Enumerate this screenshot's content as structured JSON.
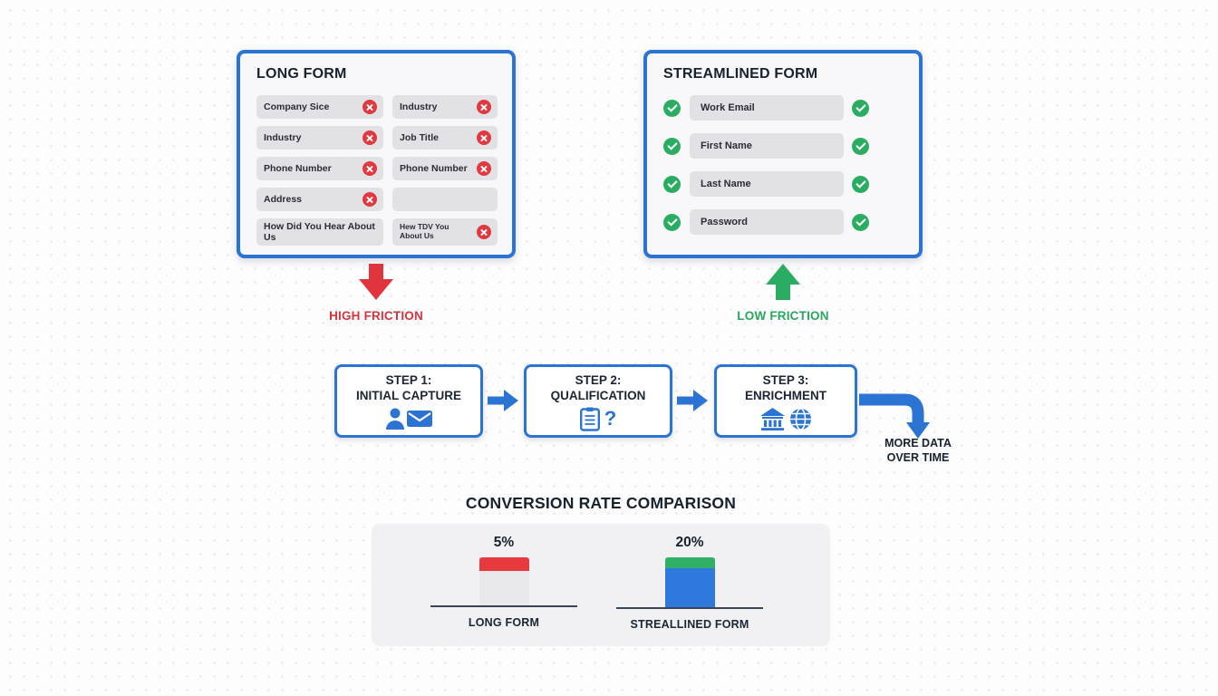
{
  "colors": {
    "accent_blue": "#2b74d4",
    "error_red": "#e0393f",
    "success_green": "#2aad63",
    "dark_text": "#16222e",
    "field_gray": "#e2e2e6",
    "panel_bg": "#f8f8fa",
    "chart_panel_bg": "#f1f1f4"
  },
  "long_form": {
    "title": "LONG FORM",
    "fields": [
      {
        "label": "Company Sice",
        "status": "error"
      },
      {
        "label": "Industry",
        "status": "error"
      },
      {
        "label": "Industry",
        "status": "error"
      },
      {
        "label": "Job Title",
        "status": "error"
      },
      {
        "label": "Phone Number",
        "status": "error"
      },
      {
        "label": "Phone Number",
        "status": "error"
      },
      {
        "label": "Address",
        "status": "error"
      },
      {
        "label": "",
        "status": "empty"
      },
      {
        "label": "How Did You Hear About Us",
        "status": "none"
      },
      {
        "label": "Hew TDV You About Us",
        "status": "error"
      }
    ],
    "friction_label": "HIGH FRICTION"
  },
  "streamlined_form": {
    "title": "STREAMLINED FORM",
    "fields": [
      {
        "label": "Work Email"
      },
      {
        "label": "First Name"
      },
      {
        "label": "Last Name"
      },
      {
        "label": "Password"
      }
    ],
    "friction_label": "LOW FRICTION"
  },
  "process": {
    "steps": [
      {
        "line1": "STEP 1:",
        "line2": "INITIAL CAPTURE",
        "icons": [
          "person-icon",
          "envelope-icon"
        ]
      },
      {
        "line1": "STEP 2:",
        "line2": "QUALIFICATION",
        "icons": [
          "clipboard-icon",
          "question-mark-icon"
        ],
        "icon_glyph": "?"
      },
      {
        "line1": "STEP 3:",
        "line2": "ENRICHMENT",
        "icons": [
          "bank-icon",
          "globe-icon"
        ]
      }
    ],
    "outcome_line1": "MORE DATA",
    "outcome_line2": "OVER TIME"
  },
  "chart_data": {
    "type": "bar",
    "title": "CONVERSION RATE COMPARISON",
    "categories": [
      "LONG FORM",
      "STREALLINED FORM"
    ],
    "values": [
      5,
      20
    ],
    "value_labels": [
      "5%",
      "20%"
    ],
    "series": [
      {
        "name": "LONG FORM",
        "value": 5,
        "segment_colors": [
          "#e8393f",
          "#e9e9ec"
        ]
      },
      {
        "name": "STREALLINED FORM",
        "value": 20,
        "segment_colors": [
          "#2fb066",
          "#2d79dd"
        ]
      }
    ],
    "xlabel": "",
    "ylabel": "",
    "legend": false,
    "grid": false
  }
}
